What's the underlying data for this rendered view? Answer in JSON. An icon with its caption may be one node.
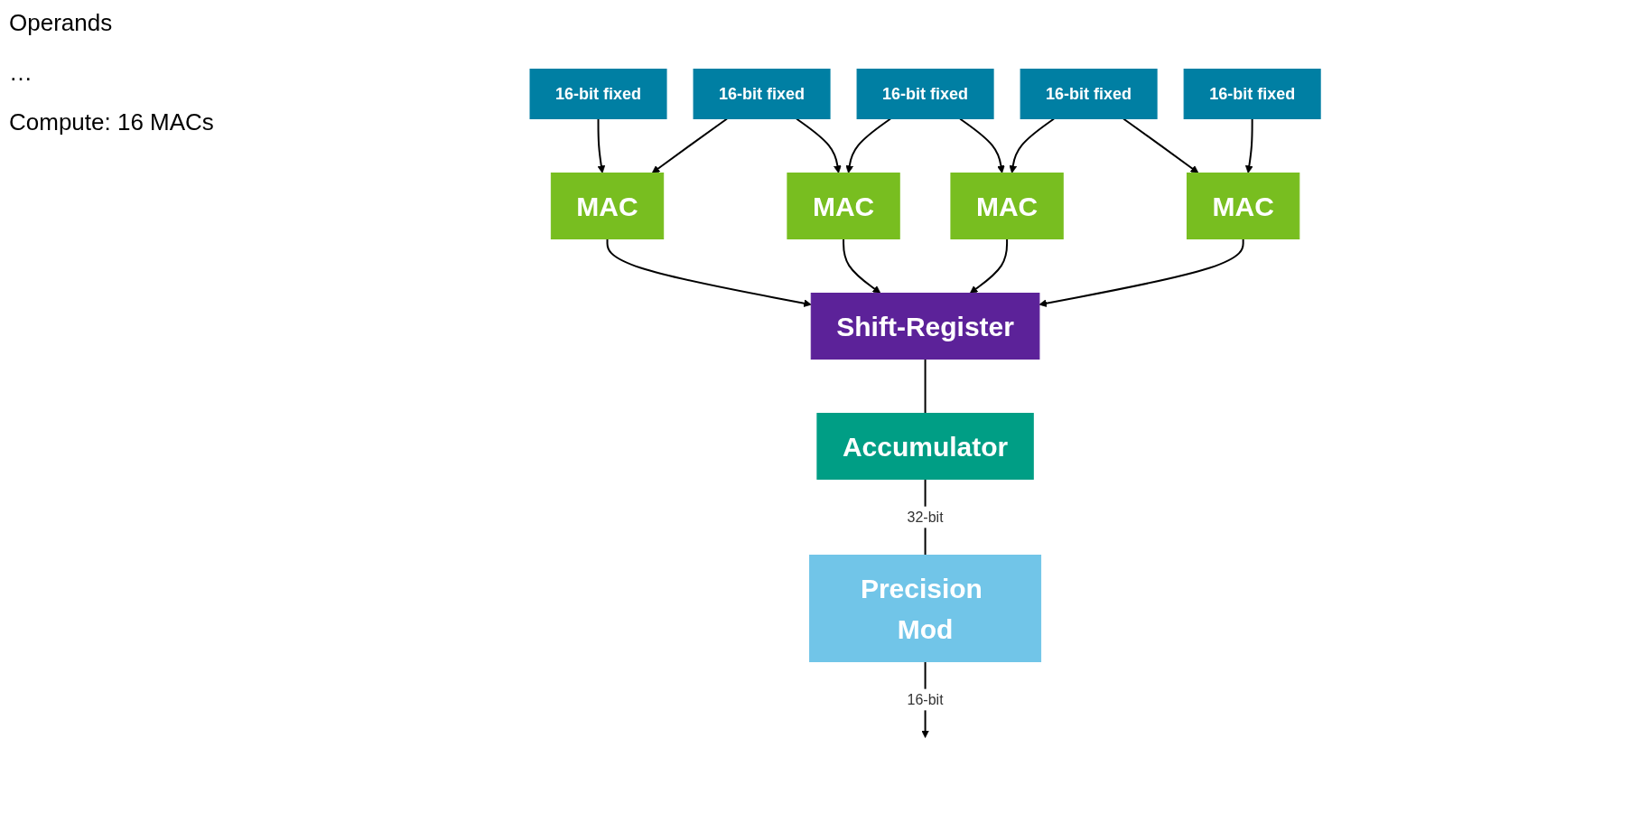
{
  "diagram": {
    "nodes": [
      {
        "text": [
          "16-bit fixed"
        ]
      },
      {
        "text": [
          "16-bit fixed"
        ]
      },
      {
        "text": [
          "16-bit fixed"
        ]
      },
      {
        "text": [
          "16-bit fixed"
        ]
      },
      {
        "text": [
          "16-bit fixed"
        ]
      },
      {
        "text": [
          "MAC"
        ]
      },
      {
        "text": [
          "MAC"
        ]
      },
      {
        "text": [
          "MAC"
        ]
      },
      {
        "text": [
          "MAC"
        ]
      },
      {
        "text": [
          "Shift-Register"
        ]
      },
      {
        "text": [
          "Accumulator"
        ]
      },
      {
        "text": [
          "Precision Mod"
        ]
      }
    ],
    "edges": [
      {
        "from": 0,
        "to": 5,
        "arrow": "to"
      },
      {
        "from": 1,
        "to": 5,
        "arrow": "to"
      },
      {
        "from": 1,
        "to": 6,
        "arrow": "to"
      },
      {
        "from": 2,
        "to": 6,
        "arrow": "to"
      },
      {
        "from": 2,
        "to": 7,
        "arrow": "to"
      },
      {
        "from": 3,
        "to": 7,
        "arrow": "to"
      },
      {
        "from": 3,
        "to": 8,
        "arrow": "to"
      },
      {
        "from": 4,
        "to": 8,
        "arrow": "to"
      },
      {
        "from": 5,
        "to": 9,
        "arrow": "to"
      },
      {
        "from": 6,
        "to": 9,
        "arrow": "to"
      },
      {
        "from": 7,
        "to": 9,
        "arrow": "to"
      },
      {
        "from": 8,
        "to": 9,
        "arrow": "to"
      },
      {
        "from": 9,
        "to": 10,
        "arrow": "none"
      },
      {
        "from": 10,
        "to": 11,
        "arrow": "none",
        "label": "32-bit"
      },
      {
        "from": 11,
        "to": null,
        "arrow": "to",
        "label": "16-bit"
      }
    ],
    "labels": [
      "Operands",
      "…",
      "Compute: 16 MACs"
    ]
  }
}
